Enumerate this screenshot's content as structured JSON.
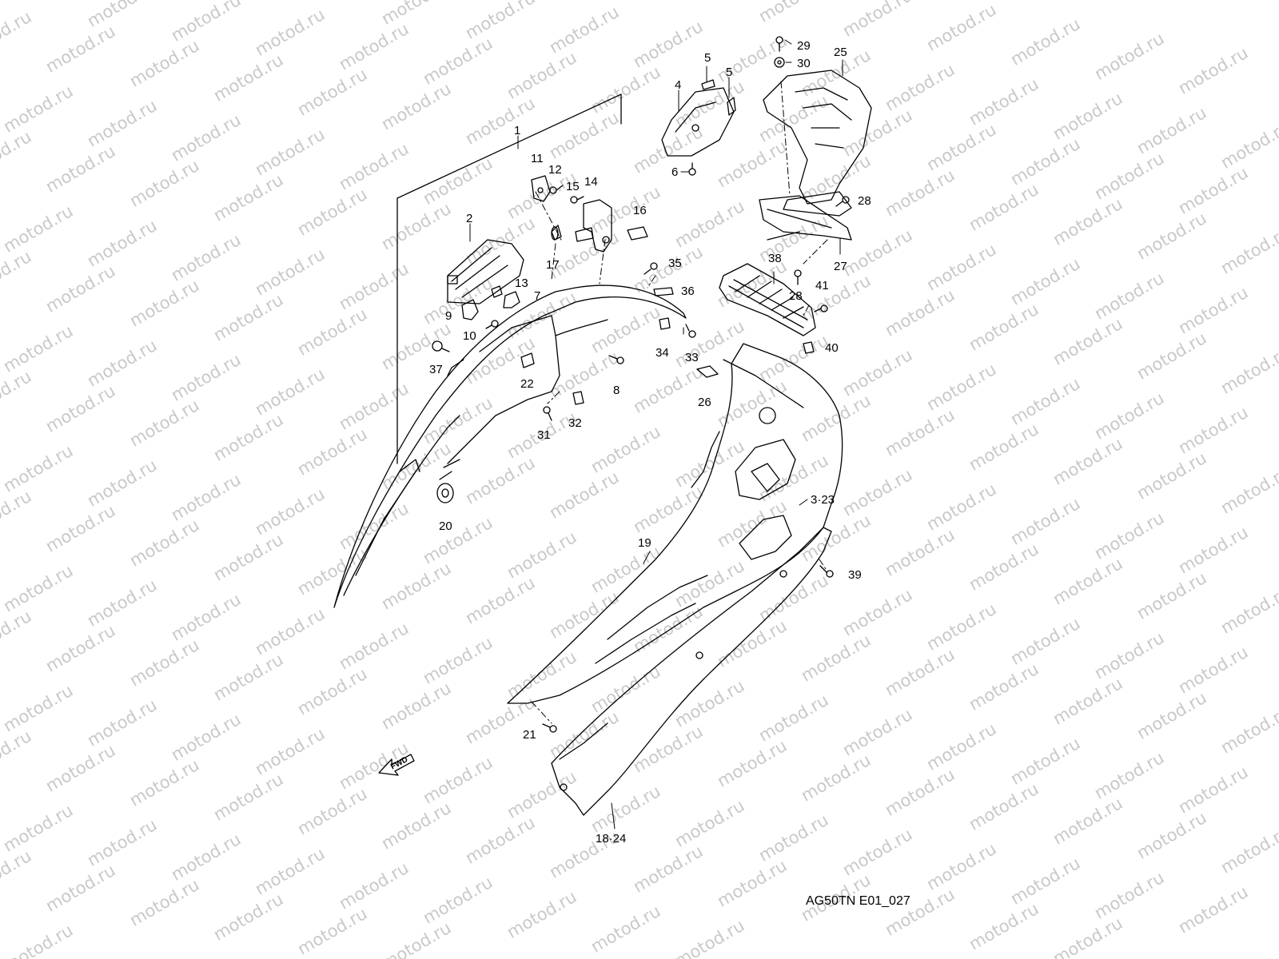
{
  "watermark": {
    "text": "motod.ru",
    "color": "#c9c9c9"
  },
  "diagram_code": "AG50TN E01_027",
  "fwd_arrow": {
    "label": "FWD",
    "icon": "forward-arrow-icon"
  },
  "callouts": [
    {
      "id": "c1",
      "text": "1"
    },
    {
      "id": "c2",
      "text": "2"
    },
    {
      "id": "c3",
      "text": "3·23"
    },
    {
      "id": "c4",
      "text": "4"
    },
    {
      "id": "c5a",
      "text": "5"
    },
    {
      "id": "c5b",
      "text": "5"
    },
    {
      "id": "c6",
      "text": "6"
    },
    {
      "id": "c7",
      "text": "7"
    },
    {
      "id": "c8",
      "text": "8"
    },
    {
      "id": "c9",
      "text": "9"
    },
    {
      "id": "c10",
      "text": "10"
    },
    {
      "id": "c11",
      "text": "11"
    },
    {
      "id": "c12",
      "text": "12"
    },
    {
      "id": "c13",
      "text": "13"
    },
    {
      "id": "c14",
      "text": "14"
    },
    {
      "id": "c15",
      "text": "15"
    },
    {
      "id": "c16",
      "text": "16"
    },
    {
      "id": "c17",
      "text": "17"
    },
    {
      "id": "c18",
      "text": "18·24"
    },
    {
      "id": "c19",
      "text": "19"
    },
    {
      "id": "c20",
      "text": "20"
    },
    {
      "id": "c21",
      "text": "21"
    },
    {
      "id": "c22",
      "text": "22"
    },
    {
      "id": "c25",
      "text": "25"
    },
    {
      "id": "c26",
      "text": "26"
    },
    {
      "id": "c27",
      "text": "27"
    },
    {
      "id": "c28a",
      "text": "28"
    },
    {
      "id": "c28b",
      "text": "28"
    },
    {
      "id": "c29",
      "text": "29"
    },
    {
      "id": "c30",
      "text": "30"
    },
    {
      "id": "c31",
      "text": "31"
    },
    {
      "id": "c32",
      "text": "32"
    },
    {
      "id": "c33",
      "text": "33"
    },
    {
      "id": "c34",
      "text": "34"
    },
    {
      "id": "c35",
      "text": "35"
    },
    {
      "id": "c36",
      "text": "36"
    },
    {
      "id": "c37",
      "text": "37"
    },
    {
      "id": "c38",
      "text": "38"
    },
    {
      "id": "c39",
      "text": "39"
    },
    {
      "id": "c40",
      "text": "40"
    },
    {
      "id": "c41",
      "text": "41"
    }
  ]
}
